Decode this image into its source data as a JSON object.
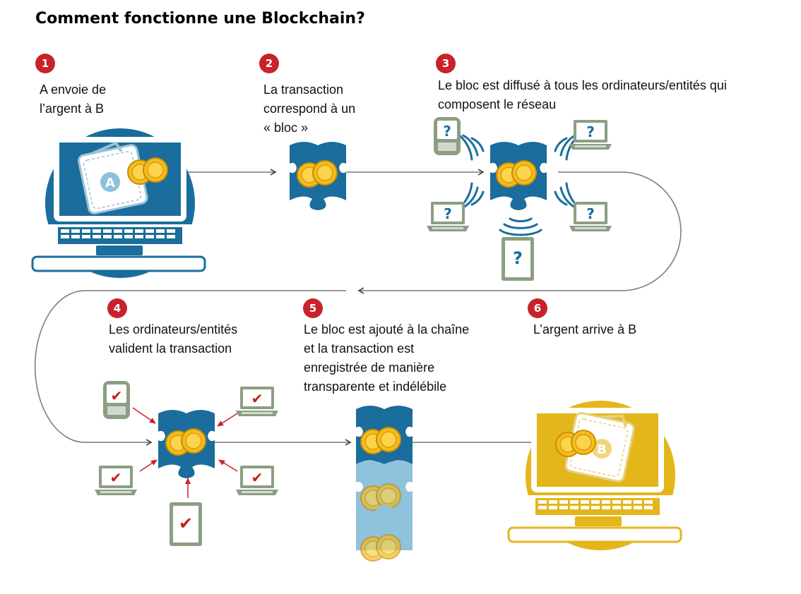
{
  "title": "Comment fonctionne une Blockchain?",
  "colors": {
    "blue": "#1a6d9c",
    "blue_light": "#8fc2db",
    "red": "#c8222a",
    "gold": "#e3b61b",
    "coin": "#f5bd1c",
    "device_green": "#8c9e83",
    "check_red": "#c41a1a",
    "arrow_gray": "#555555"
  },
  "steps": [
    {
      "number": "1",
      "lines": [
        "A envoie de",
        "l’argent à B"
      ]
    },
    {
      "number": "2",
      "lines": [
        "La transaction",
        "correspond à un",
        "« bloc »"
      ]
    },
    {
      "number": "3",
      "lines": [
        "Le bloc est diffusé à tous les ordinateurs/entités qui",
        "composent le réseau"
      ]
    },
    {
      "number": "4",
      "lines": [
        "Les ordinateurs/entités",
        "valident la transaction"
      ]
    },
    {
      "number": "5",
      "lines": [
        "Le bloc est ajouté à la chaîne",
        "et la transaction est",
        "enregistrée de manière",
        "transparente et indélébile"
      ]
    },
    {
      "number": "6",
      "lines": [
        "L’argent arrive à B"
      ]
    }
  ],
  "wallet_a_label": "A",
  "wallet_b_label": "B",
  "unknown_mark": "?",
  "check_mark": "✔"
}
